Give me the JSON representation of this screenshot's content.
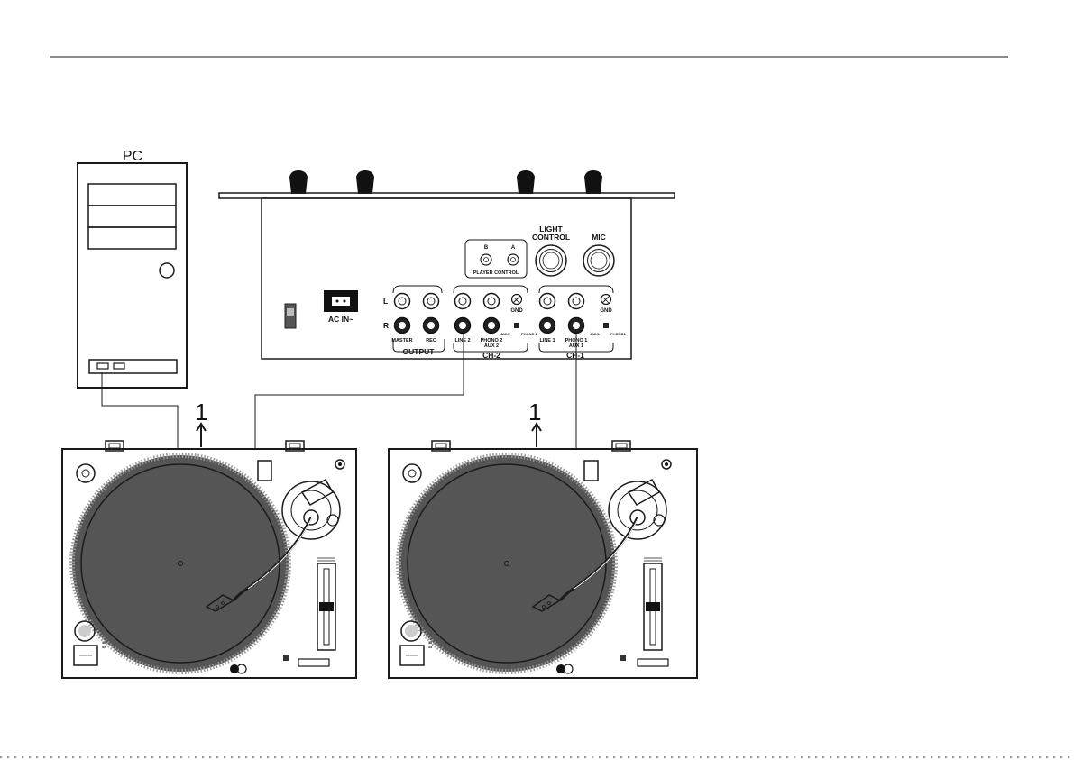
{
  "pc": {
    "label": "PC"
  },
  "mixer": {
    "light_control_line1": "LIGHT",
    "light_control_line2": "CONTROL",
    "mic": "MIC",
    "player_control": "PLAYER CONTROL",
    "player_b": "B",
    "player_a": "A",
    "channel_l": "L",
    "channel_r": "R",
    "ac_in": "AC IN~",
    "master": "MASTER",
    "rec": "REC",
    "output": "OUTPUT",
    "line2": "LINE 2",
    "phono2": "PHONO 2",
    "aux2": "AUX 2",
    "ch2": "CH-2",
    "line1": "LINE 1",
    "phono1": "PHONO 1",
    "aux1": "AUX 1",
    "ch1": "CH-1",
    "gnd": "GND",
    "switch_aux2": "AUX2",
    "switch_phono2": "PHONO 2",
    "switch_aux1": "AUX1",
    "switch_phono1": "PHONO1"
  },
  "connections": [
    {
      "label": "1"
    },
    {
      "label": "1"
    }
  ]
}
